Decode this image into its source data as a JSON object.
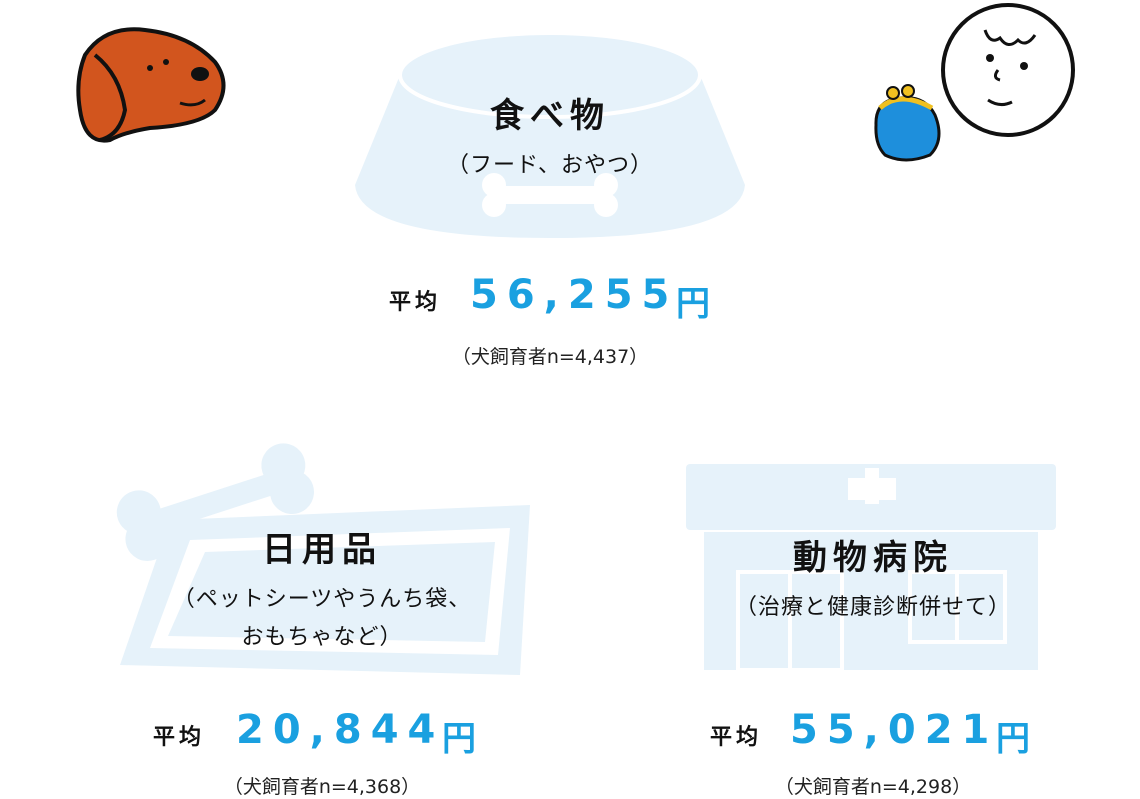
{
  "food": {
    "title": "食べ物",
    "subtitle": "（フード、おやつ）",
    "avg_label": "平均",
    "amount": "56,255",
    "unit": "円",
    "note": "（犬飼育者n=4,437）"
  },
  "daily": {
    "title": "日用品",
    "subtitle_line1": "（ペットシーツやうんち袋、",
    "subtitle_line2": "おもちゃなど）",
    "avg_label": "平均",
    "amount": "20,844",
    "unit": "円",
    "note": "（犬飼育者n=4,368）"
  },
  "vet": {
    "title": "動物病院",
    "subtitle": "（治療と健康診断併せて）",
    "avg_label": "平均",
    "amount": "55,021",
    "unit": "円",
    "note": "（犬飼育者n=4,298）"
  },
  "icons": [
    "dog-icon",
    "person-icon",
    "coin-purse-icon",
    "dog-bowl-icon",
    "pet-sheet-icon",
    "hospital-icon"
  ],
  "colors": {
    "accent": "#1aa0e0",
    "illustration_bg": "#e6f2fa",
    "dog": "#d2551e",
    "purse": "#1e8fdc"
  }
}
